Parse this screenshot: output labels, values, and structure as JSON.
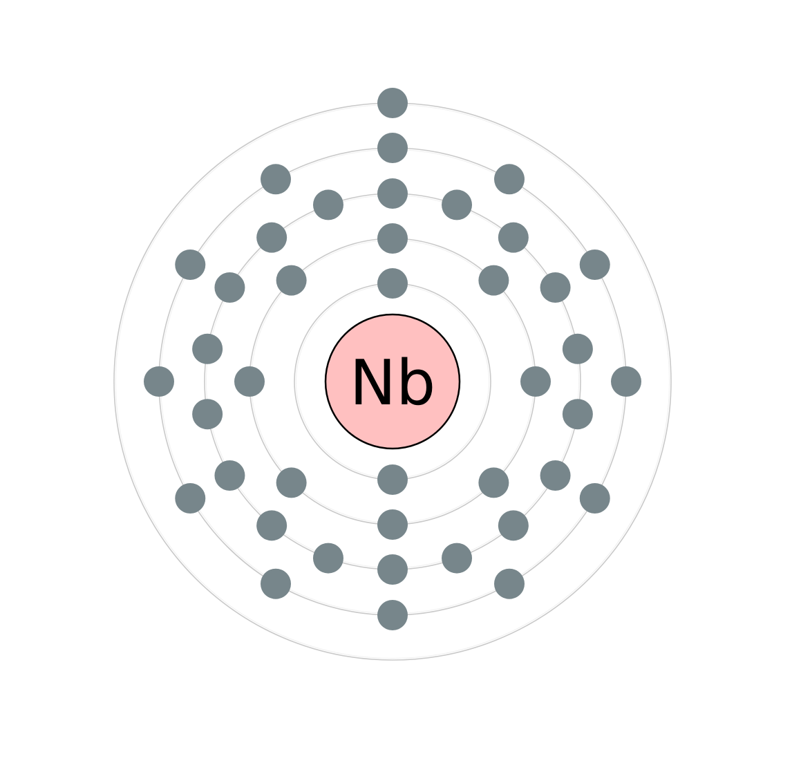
{
  "element": {
    "symbol": "Nb"
  },
  "shells": [
    2,
    8,
    18,
    12,
    1
  ],
  "colors": {
    "nucleus_fill": "#ffc0c0",
    "nucleus_stroke": "#000000",
    "electron": "#77868b",
    "shell_line": "#c9c9c9",
    "background": "#ffffff"
  }
}
